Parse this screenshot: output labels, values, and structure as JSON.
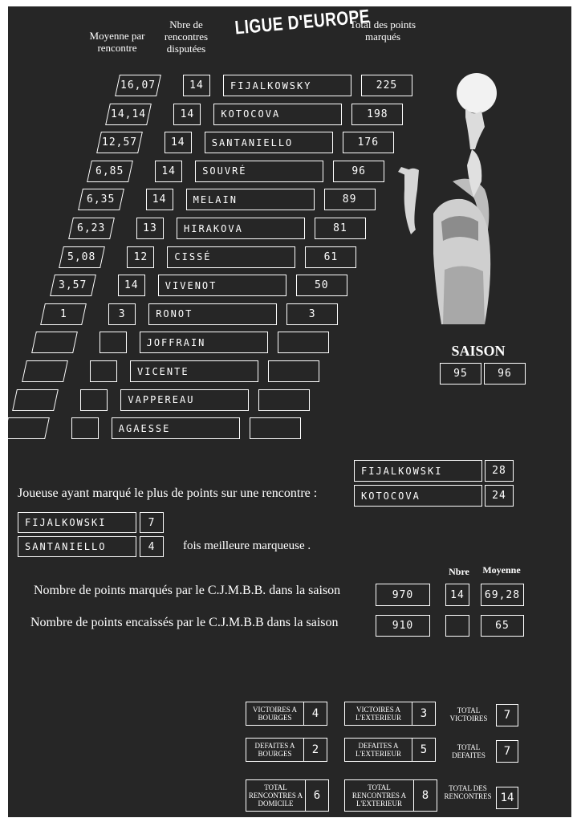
{
  "header": {
    "col_moyenne": "Moyenne par rencontre",
    "col_rencontres": "Nbre de rencontres disputées",
    "title": "LIGUE D'EUROPE",
    "col_total": "Total des points marqués"
  },
  "players": [
    {
      "moyenne": "16,07",
      "rencontres": "14",
      "name": "FIJALKOWSKY",
      "total": "225"
    },
    {
      "moyenne": "14,14",
      "rencontres": "14",
      "name": "KOTOCOVA",
      "total": "198"
    },
    {
      "moyenne": "12,57",
      "rencontres": "14",
      "name": "SANTANIELLO",
      "total": "176"
    },
    {
      "moyenne": "6,85",
      "rencontres": "14",
      "name": "SOUVRÉ",
      "total": "96"
    },
    {
      "moyenne": "6,35",
      "rencontres": "14",
      "name": "MELAIN",
      "total": "89"
    },
    {
      "moyenne": "6,23",
      "rencontres": "13",
      "name": "HIRAKOVA",
      "total": "81"
    },
    {
      "moyenne": "5,08",
      "rencontres": "12",
      "name": "CISSÉ",
      "total": "61"
    },
    {
      "moyenne": "3,57",
      "rencontres": "14",
      "name": "VIVENOT",
      "total": "50"
    },
    {
      "moyenne": "1",
      "rencontres": "3",
      "name": "RONOT",
      "total": "3"
    },
    {
      "moyenne": "",
      "rencontres": "",
      "name": "JOFFRAIN",
      "total": ""
    },
    {
      "moyenne": "",
      "rencontres": "",
      "name": "VICENTE",
      "total": ""
    },
    {
      "moyenne": "",
      "rencontres": "",
      "name": "VAPPEREAU",
      "total": ""
    },
    {
      "moyenne": "",
      "rencontres": "",
      "name": "AGAESSE",
      "total": ""
    }
  ],
  "saison": {
    "label": "SAISON",
    "year1": "95",
    "year2": "96"
  },
  "best_single_game": {
    "label": "Joueuse ayant marqué le plus de points sur une rencontre :",
    "entries": [
      {
        "name": "FIJALKOWSKI",
        "points": "28"
      },
      {
        "name": "KOTOCOVA",
        "points": "24"
      }
    ]
  },
  "top_scorer": {
    "entries": [
      {
        "name": "FIJALKOWSKI",
        "count": "7"
      },
      {
        "name": "SANTANIELLO",
        "count": "4"
      }
    ],
    "label": "fois  meilleure marqueuse ."
  },
  "team": {
    "col_nbre": "Nbre",
    "col_moyenne": "Moyenne",
    "scored_label": "Nombre de points marqués par le C.J.M.B.B. dans la saison",
    "scored_value": "970",
    "scored_nbre": "14",
    "scored_moyenne": "69,28",
    "conceded_label": "Nombre  de points encaissés par le C.J.M.B.B dans la saison",
    "conceded_value": "910",
    "conceded_nbre": "",
    "conceded_moyenne": "65"
  },
  "stats": {
    "victoires_bourges_label": "VICTOIRES A BOURGES",
    "victoires_bourges": "4",
    "victoires_ext_label": "VICTOIRES A L'EXTERIEUR",
    "victoires_ext": "3",
    "total_victoires_label": "TOTAL VICTOIRES",
    "total_victoires": "7",
    "defaites_bourges_label": "DEFAITES A BOURGES",
    "defaites_bourges": "2",
    "defaites_ext_label": "DEFAITES A L'EXTERIEUR",
    "defaites_ext": "5",
    "total_defaites_label": "TOTAL DEFAITES",
    "total_defaites": "7",
    "rencontres_domicile_label": "TOTAL RENCONTRES A DOMICILE",
    "rencontres_domicile": "6",
    "rencontres_ext_label": "TOTAL RENCONTRES A L'EXTERIEUR",
    "rencontres_ext": "8",
    "total_rencontres_label": "TOTAL DES RENCONTRES",
    "total_rencontres": "14"
  },
  "colors": {
    "background": "#262626",
    "ink": "#ffffff",
    "page": "#ffffff"
  }
}
